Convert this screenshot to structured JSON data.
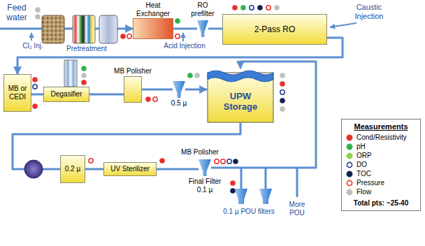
{
  "diagram": {
    "nodes": [
      {
        "text": [
          "Heat Exchanger"
        ]
      },
      {
        "text": [
          "RO prefilter"
        ]
      },
      {
        "text": [
          "2-Pass RO"
        ]
      },
      {
        "text": [
          "MB or CEDI"
        ]
      },
      {
        "text": [
          "Degasifier"
        ]
      },
      {
        "text": [
          "MB Polisher"
        ]
      },
      {
        "text": [
          "0.5 µ"
        ]
      },
      {
        "text": [
          "UPW Storage"
        ]
      },
      {
        "text": [
          "0.2 µ"
        ]
      },
      {
        "text": [
          "UV Sterilizer"
        ]
      },
      {
        "text": [
          "Final Filter 0.1 µ"
        ]
      },
      {
        "text": [
          "Measurements",
          "Total pts: ~25-40"
        ]
      }
    ],
    "edges": [
      {
        "from": 0,
        "to": 1,
        "arrow": "none"
      },
      {
        "from": 1,
        "to": 2,
        "arrow": "none"
      },
      {
        "from": 2,
        "to": 3,
        "arrow": "to"
      },
      {
        "from": 3,
        "to": 4,
        "arrow": "none"
      },
      {
        "from": 4,
        "to": 5,
        "arrow": "none"
      },
      {
        "from": 5,
        "to": 6,
        "arrow": "none"
      },
      {
        "from": 6,
        "to": 7,
        "arrow": "to"
      },
      {
        "from": 7,
        "to": 8,
        "arrow": "none"
      },
      {
        "from": 8,
        "to": 9,
        "arrow": "none"
      },
      {
        "from": 9,
        "to": 10,
        "arrow": "none"
      },
      {
        "from": 10,
        "to": 7,
        "arrow": "to"
      }
    ],
    "labels": [
      "Feed water",
      "Cl₂ Inj.",
      "Pretreatment",
      "Acid Injection",
      "Caustic Injection",
      "MB Polisher",
      "0.1 µ POU filters",
      "More POU"
    ],
    "legend": [
      {
        "text": "Cond/Resistivity",
        "color": "#e8302a"
      },
      {
        "text": "pH",
        "color": "#2fb34a"
      },
      {
        "text": "ORP",
        "color": "#92d050"
      },
      {
        "text": "DO",
        "color": "#1f3a93"
      },
      {
        "text": "TOC",
        "color": "#10224f"
      },
      {
        "text": "Pressure",
        "color": "#e8302a"
      },
      {
        "text": "Flow",
        "color": "#bfbfbf"
      }
    ]
  }
}
